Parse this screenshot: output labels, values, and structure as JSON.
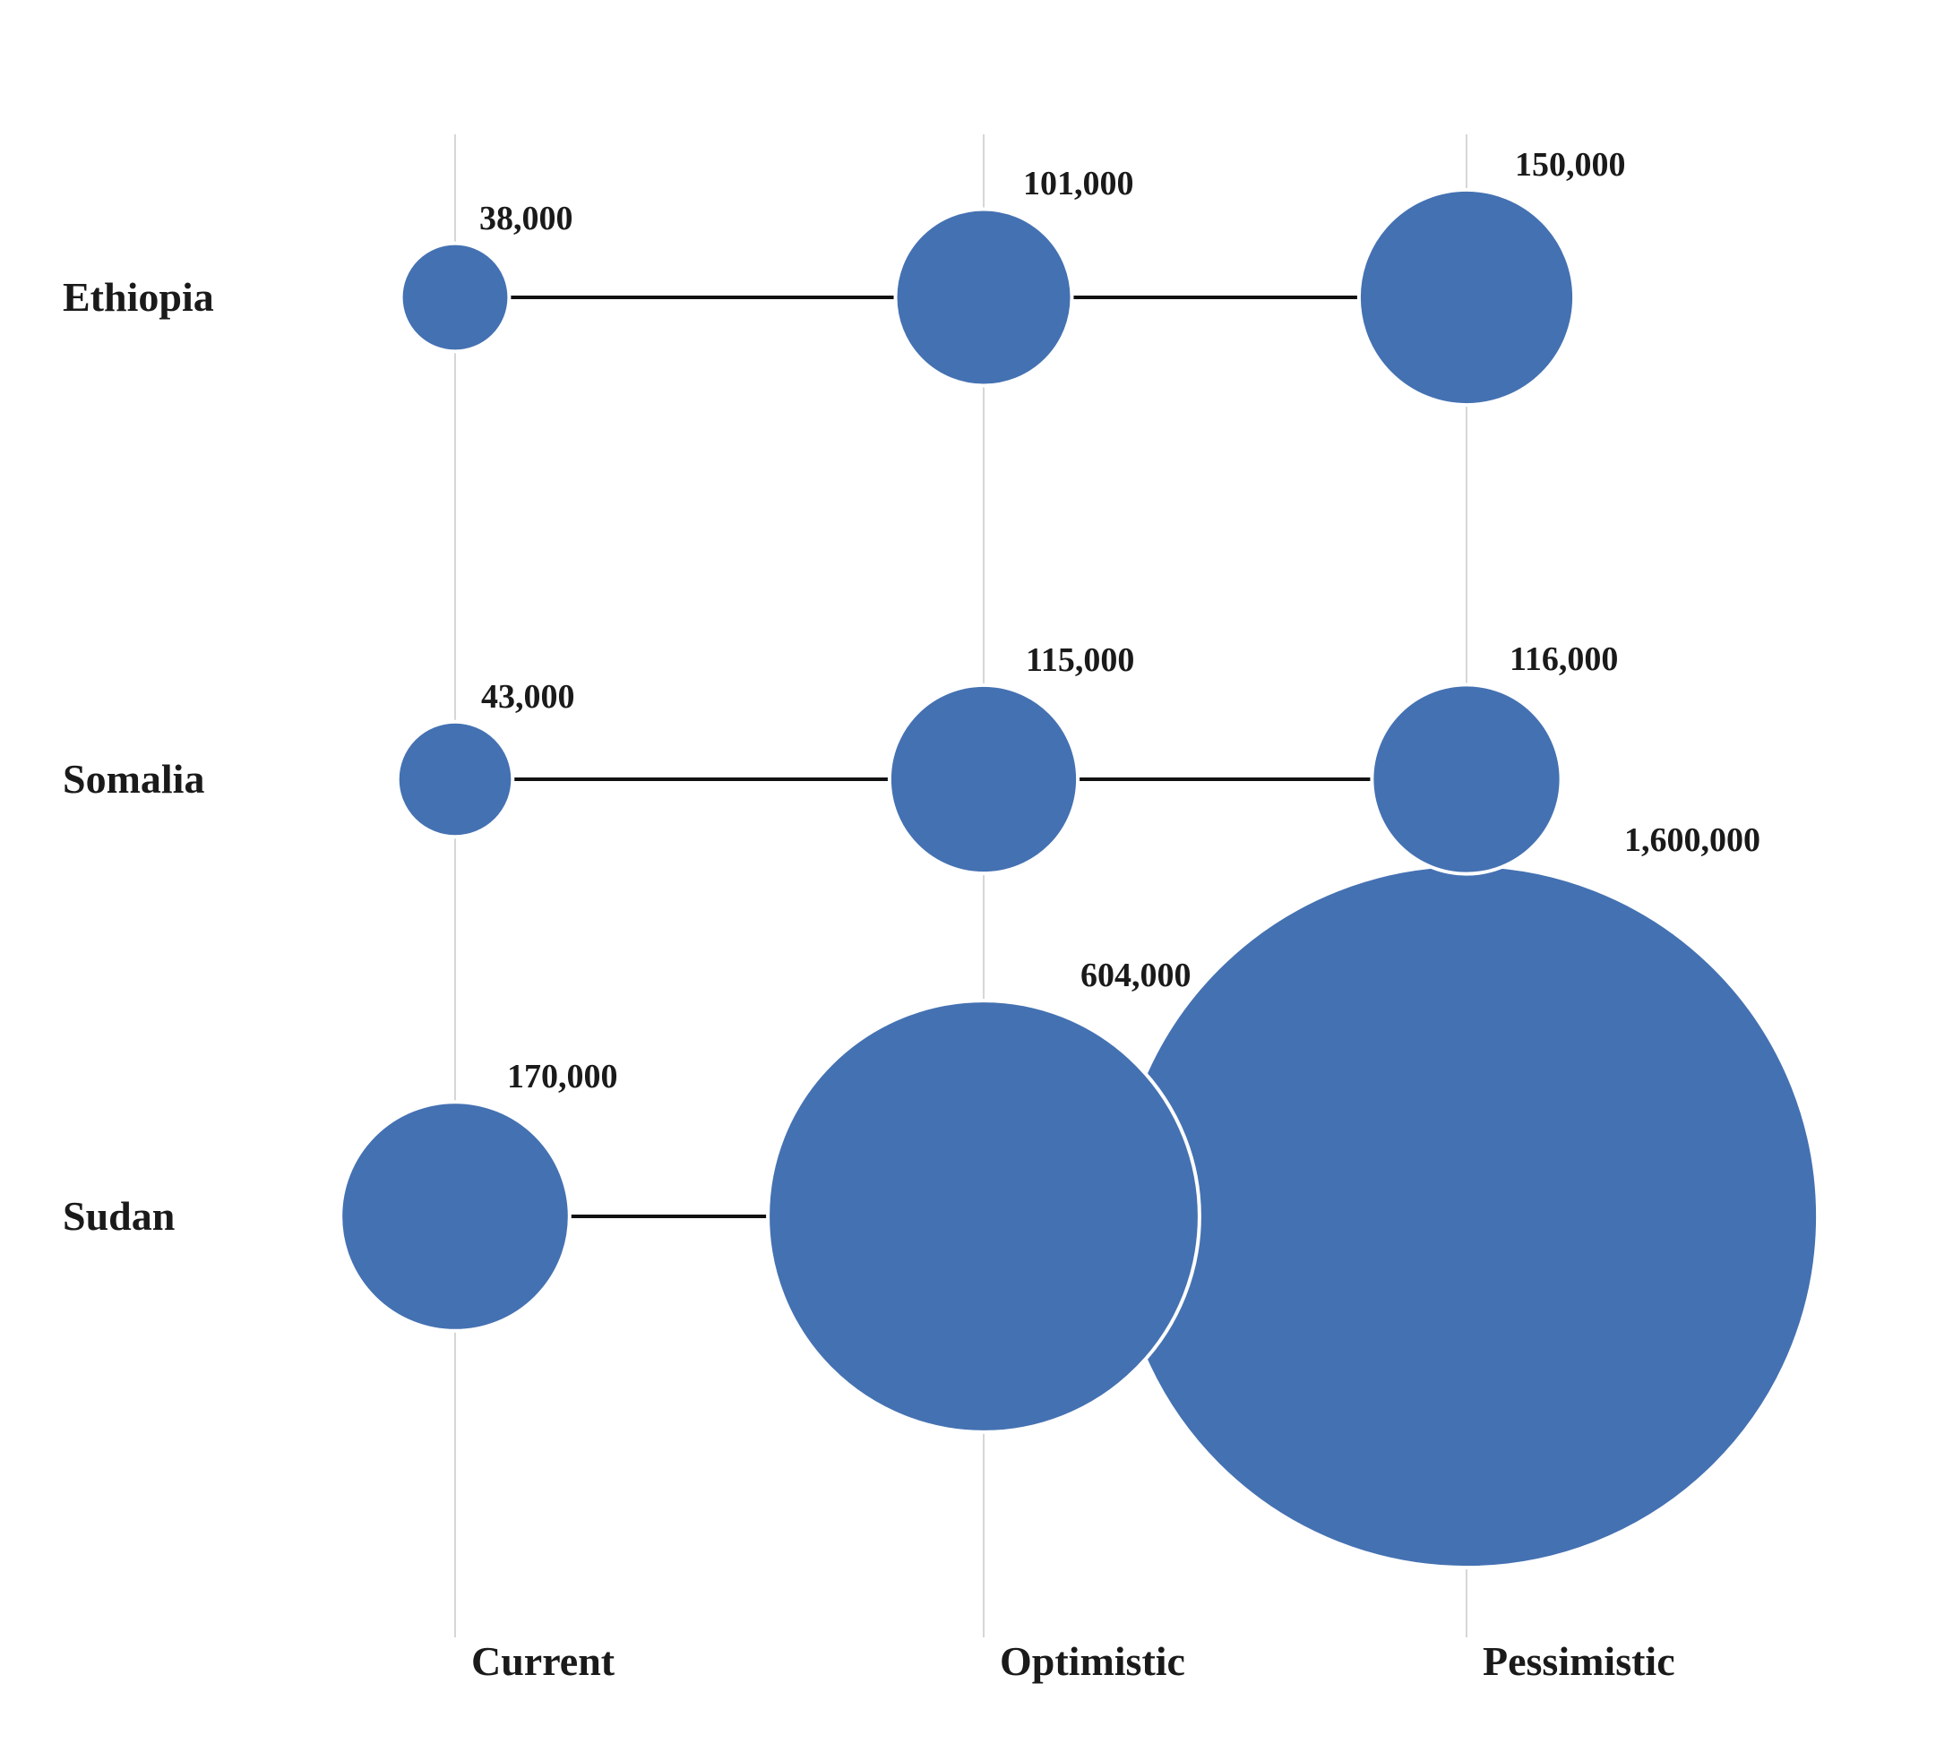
{
  "chart_data": {
    "type": "scatter",
    "subtype": "bubble",
    "title": "",
    "scenarios": [
      "Current",
      "Optimistic",
      "Pessimistic"
    ],
    "countries": [
      {
        "name": "Ethiopia",
        "values": [
          38000,
          101000,
          150000
        ],
        "labels": [
          "38,000",
          "101,000",
          "150,000"
        ]
      },
      {
        "name": "Somalia",
        "values": [
          43000,
          115000,
          116000
        ],
        "labels": [
          "43,000",
          "115,000",
          "116,000"
        ]
      },
      {
        "name": "Sudan",
        "values": [
          170000,
          604000,
          1600000
        ],
        "labels": [
          "170,000",
          "604,000",
          "1,600,000"
        ]
      }
    ],
    "colors": {
      "bubble_fill": "#4471b2",
      "bubble_outline": "#ffffff",
      "connector": "#111111",
      "gridline": "#d6d6d6",
      "text": "#1a1a1a"
    },
    "layout_hints": {
      "size_scale": "area-proportional",
      "grid": "vertical-category-gridlines",
      "legend": "none",
      "connectors": "horizontal-line-per-country-row"
    }
  }
}
